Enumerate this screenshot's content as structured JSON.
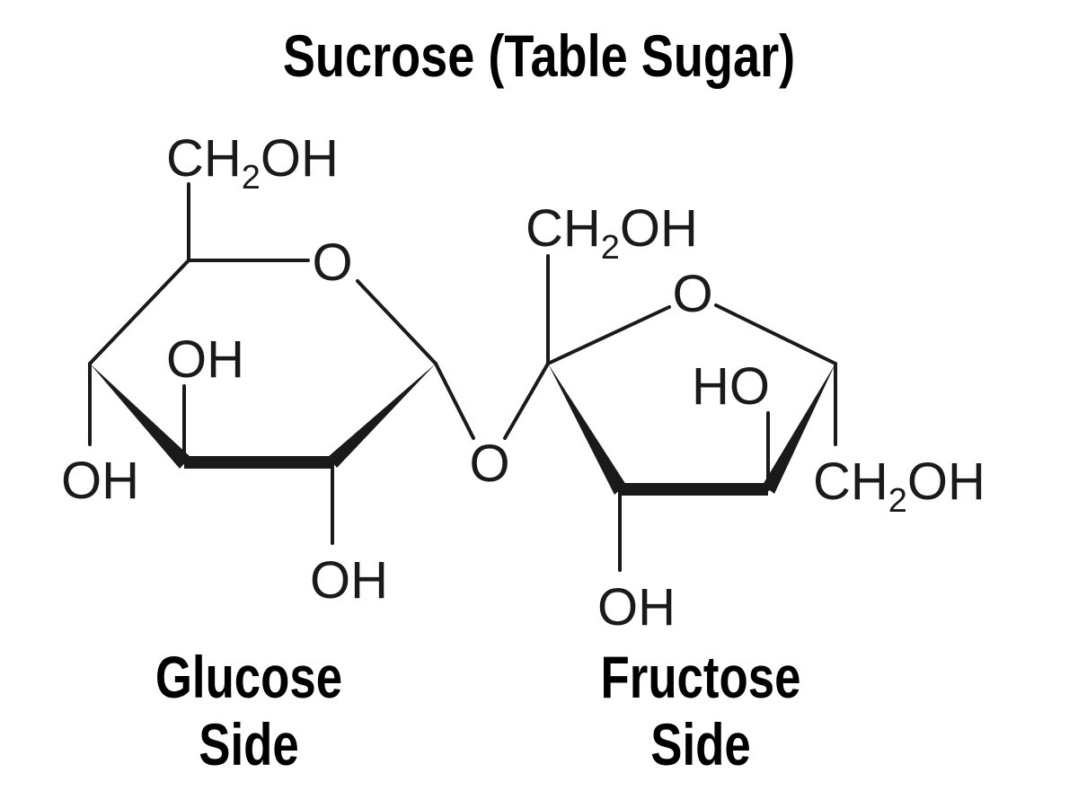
{
  "title": "Sucrose (Table Sugar)",
  "glucose": {
    "ch2oh": {
      "main": "CH",
      "sub": "2",
      "tail": "OH"
    },
    "ring_oxygen": "O",
    "oh_upper": "OH",
    "oh_left": "OH",
    "oh_bottom": "OH",
    "label_line1": "Glucose",
    "label_line2": "Side"
  },
  "glycosidic_oxygen": "O",
  "fructose": {
    "ch2oh_top": {
      "main": "CH",
      "sub": "2",
      "tail": "OH"
    },
    "ring_oxygen": "O",
    "ho": "HO",
    "oh_bottom": "OH",
    "ch2oh_right": {
      "main": "CH",
      "sub": "2",
      "tail": "OH"
    },
    "label_line1": "Fructose",
    "label_line2": "Side"
  }
}
